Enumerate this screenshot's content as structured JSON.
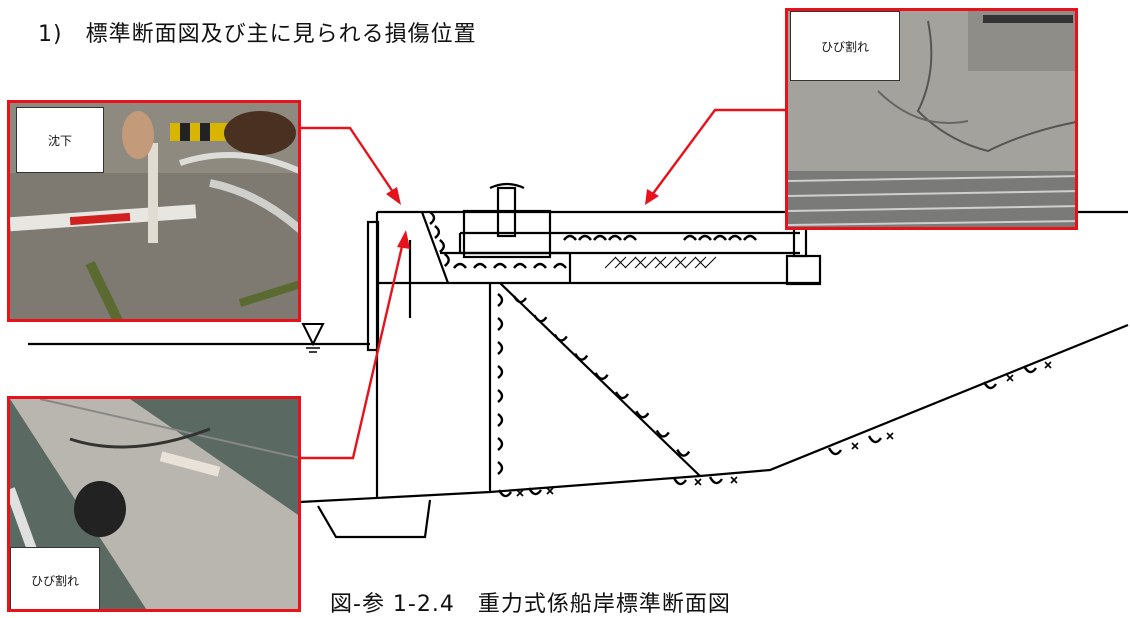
{
  "heading": "1)　標準断面図及び主に見られる損傷位置",
  "caption": "図-参 1-2.4　重力式係船岸標準断面図",
  "photos": [
    {
      "id": "settlement",
      "label": "沈下"
    },
    {
      "id": "crack-top",
      "label": "ひび割れ"
    },
    {
      "id": "crack-side",
      "label": "ひび割れ"
    }
  ],
  "colors": {
    "frame": "#e8121c",
    "line": "#000000"
  }
}
